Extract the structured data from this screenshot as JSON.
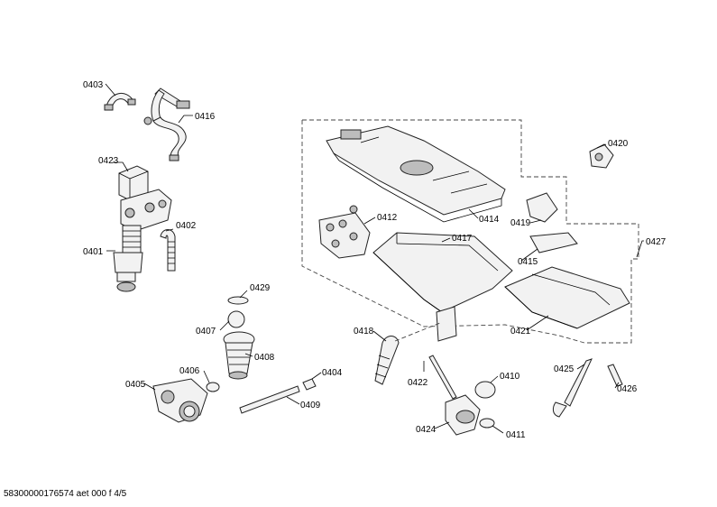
{
  "parts": [
    {
      "id": "0403",
      "label": "0403"
    },
    {
      "id": "0416",
      "label": "0416"
    },
    {
      "id": "0423",
      "label": "0423"
    },
    {
      "id": "0402",
      "label": "0402"
    },
    {
      "id": "0401",
      "label": "0401"
    },
    {
      "id": "0429",
      "label": "0429"
    },
    {
      "id": "0407",
      "label": "0407"
    },
    {
      "id": "0408",
      "label": "0408"
    },
    {
      "id": "0406",
      "label": "0406"
    },
    {
      "id": "0405",
      "label": "0405"
    },
    {
      "id": "0404",
      "label": "0404"
    },
    {
      "id": "0409",
      "label": "0409"
    },
    {
      "id": "0412",
      "label": "0412"
    },
    {
      "id": "0414",
      "label": "0414"
    },
    {
      "id": "0417",
      "label": "0417"
    },
    {
      "id": "0419",
      "label": "0419"
    },
    {
      "id": "0420",
      "label": "0420"
    },
    {
      "id": "0415",
      "label": "0415"
    },
    {
      "id": "0427",
      "label": "0427"
    },
    {
      "id": "0421",
      "label": "0421"
    },
    {
      "id": "0418",
      "label": "0418"
    },
    {
      "id": "0422",
      "label": "0422"
    },
    {
      "id": "0410",
      "label": "0410"
    },
    {
      "id": "0424",
      "label": "0424"
    },
    {
      "id": "0411",
      "label": "0411"
    },
    {
      "id": "0425",
      "label": "0425"
    },
    {
      "id": "0426",
      "label": "0426"
    }
  ],
  "footer": {
    "text": "58300000176574 aet 000 f 4/5"
  }
}
